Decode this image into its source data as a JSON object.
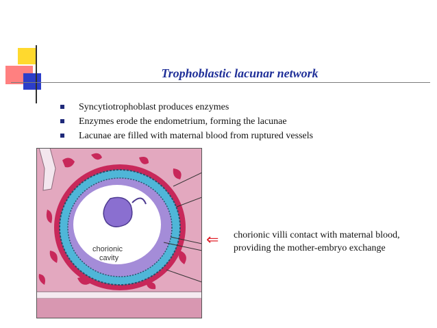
{
  "slide": {
    "title": "Trophoblastic lacunar network",
    "bullets": [
      "Syncytiotrophoblast produces enzymes",
      "Enzymes erode the endometrium, forming the lacunae",
      "Lacunae are filled with maternal blood from ruptured vessels"
    ],
    "arrow": "⇐",
    "caption_line1": "chorionic villi contact with maternal blood,",
    "caption_line2": "providing the mother-embryo exchange"
  },
  "figure": {
    "cavity_label_line1": "chorionic",
    "cavity_label_line2": "cavity"
  },
  "colors": {
    "title": "#1f2f98",
    "accent_yellow": "#ffd92e",
    "accent_red": "#ff6a6a",
    "accent_blue": "#2c3ec9",
    "arrow": "#e0202a",
    "tissue_pink": "#e3a8bf",
    "blood_red": "#c8285a",
    "lacunae_blue": "#4fb6d8",
    "mesoderm_purple": "#a48cd8"
  }
}
